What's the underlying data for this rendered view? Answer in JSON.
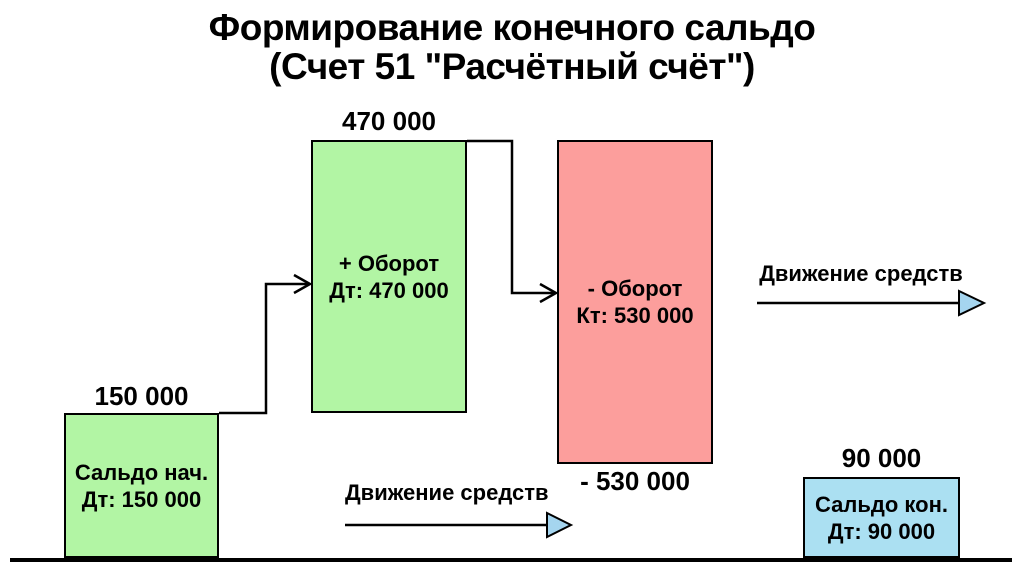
{
  "title": {
    "line1": "Формирование конечного сальдо",
    "line2": "(Счет 51 \"Расчётный счёт\")"
  },
  "diagram": {
    "opening_balance": {
      "amount_label": "150 000",
      "name": "Сальдо нач.",
      "value": "Дт: 150 000"
    },
    "debit_turnover": {
      "amount_label": "470 000",
      "name": "+ Оборот",
      "value": "Дт: 470 000"
    },
    "credit_turnover": {
      "amount_label": "- 530 000",
      "name": "- Оборот",
      "value": "Кт: 530 000"
    },
    "closing_balance": {
      "amount_label": "90 000",
      "name": "Сальдо кон.",
      "value": "Дт: 90 000"
    },
    "flow_label_bottom": "Движение средств",
    "flow_label_right": "Движение средств"
  },
  "colors": {
    "background": "#ffffff",
    "line": "#000000",
    "positive_fill": "#b2f5a4",
    "negative_fill": "#fc9e9c",
    "result_fill": "#abe0f2",
    "flow_arrowhead_fill": "#a5d5ef"
  }
}
